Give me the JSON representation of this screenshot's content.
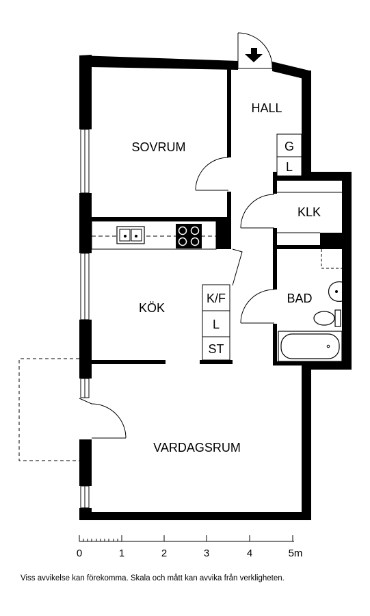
{
  "rooms": {
    "hall": "HALL",
    "sovrum": "SOVRUM",
    "klk": "KLK",
    "kok": "KÖK",
    "bad": "BAD",
    "vardagsrum": "VARDAGSRUM"
  },
  "fixtures": {
    "hall_g": "G",
    "hall_l": "L",
    "kok_kf": "K/F",
    "kok_l": "L",
    "kok_st": "ST"
  },
  "scale": {
    "labels": [
      "0",
      "1",
      "2",
      "3",
      "4",
      "5m"
    ]
  },
  "disclaimer": "Viss avvikelse kan förekomma. Skala och mått kan avvika från verkligheten.",
  "colors": {
    "wall": "#000000",
    "line": "#000000",
    "background": "#ffffff"
  }
}
